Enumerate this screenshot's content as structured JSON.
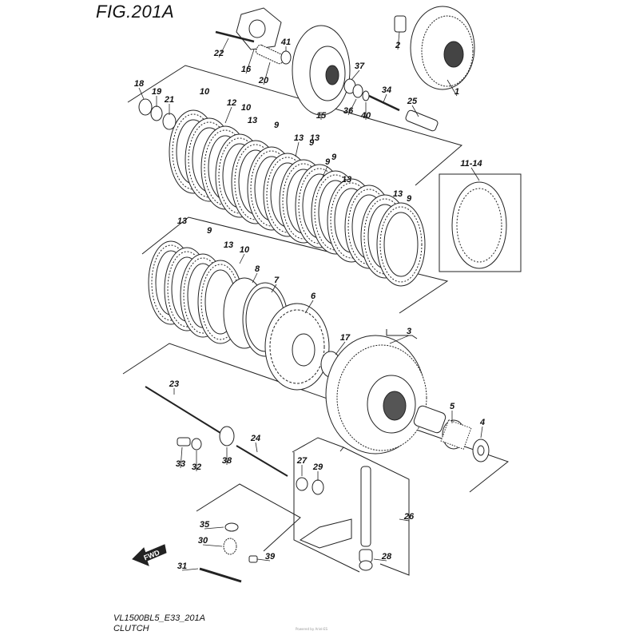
{
  "figure": {
    "title": "FIG.201A",
    "model_code": "VL1500BL5_E33_201A",
    "section_name": "CLUTCH",
    "fine_print": "Powered by Ariel-ES"
  },
  "direction_arrow": {
    "label": "FWD"
  },
  "callouts": [
    {
      "id": "1",
      "label": "1"
    },
    {
      "id": "2",
      "label": "2"
    },
    {
      "id": "3",
      "label": "3"
    },
    {
      "id": "4",
      "label": "4"
    },
    {
      "id": "5",
      "label": "5"
    },
    {
      "id": "6",
      "label": "6"
    },
    {
      "id": "7",
      "label": "7"
    },
    {
      "id": "8",
      "label": "8"
    },
    {
      "id": "9",
      "label": "9"
    },
    {
      "id": "10",
      "label": "10"
    },
    {
      "id": "11-14",
      "label": "11-14"
    },
    {
      "id": "12",
      "label": "12"
    },
    {
      "id": "13",
      "label": "13"
    },
    {
      "id": "15",
      "label": "15"
    },
    {
      "id": "16",
      "label": "16"
    },
    {
      "id": "17",
      "label": "17"
    },
    {
      "id": "18",
      "label": "18"
    },
    {
      "id": "19",
      "label": "19"
    },
    {
      "id": "20",
      "label": "20"
    },
    {
      "id": "21",
      "label": "21"
    },
    {
      "id": "22",
      "label": "22"
    },
    {
      "id": "23",
      "label": "23"
    },
    {
      "id": "24",
      "label": "24"
    },
    {
      "id": "25",
      "label": "25"
    },
    {
      "id": "26",
      "label": "26"
    },
    {
      "id": "27",
      "label": "27"
    },
    {
      "id": "28",
      "label": "28"
    },
    {
      "id": "29",
      "label": "29"
    },
    {
      "id": "30",
      "label": "30"
    },
    {
      "id": "31",
      "label": "31"
    },
    {
      "id": "32",
      "label": "32"
    },
    {
      "id": "33",
      "label": "33"
    },
    {
      "id": "34",
      "label": "34"
    },
    {
      "id": "35",
      "label": "35"
    },
    {
      "id": "36",
      "label": "36"
    },
    {
      "id": "37",
      "label": "37"
    },
    {
      "id": "38",
      "label": "38"
    },
    {
      "id": "39",
      "label": "39"
    },
    {
      "id": "40",
      "label": "40"
    },
    {
      "id": "41",
      "label": "41"
    }
  ]
}
